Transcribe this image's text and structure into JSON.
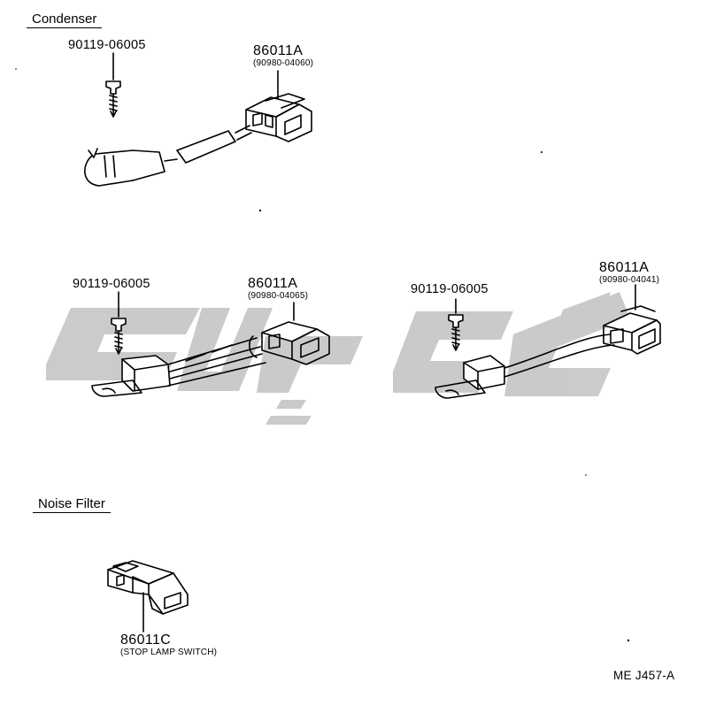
{
  "sections": {
    "condenser": "Condenser",
    "noise_filter": "Noise Filter"
  },
  "parts": {
    "c1_screw": "90119-06005",
    "c1_conn": "86011A",
    "c1_conn_sub": "(90980-04060)",
    "c2_screw": "90119-06005",
    "c2_conn": "86011A",
    "c2_conn_sub": "(90980-04065)",
    "c3_screw": "90119-06005",
    "c3_conn": "86011A",
    "c3_conn_sub": "(90980-04041)",
    "nf_conn": "86011C",
    "nf_conn_sub": "(STOP LAMP SWITCH)"
  },
  "footer_code": "ME J457-A",
  "colors": {
    "line": "#000000",
    "watermark": "#c8c8c8",
    "background": "#ffffff"
  }
}
